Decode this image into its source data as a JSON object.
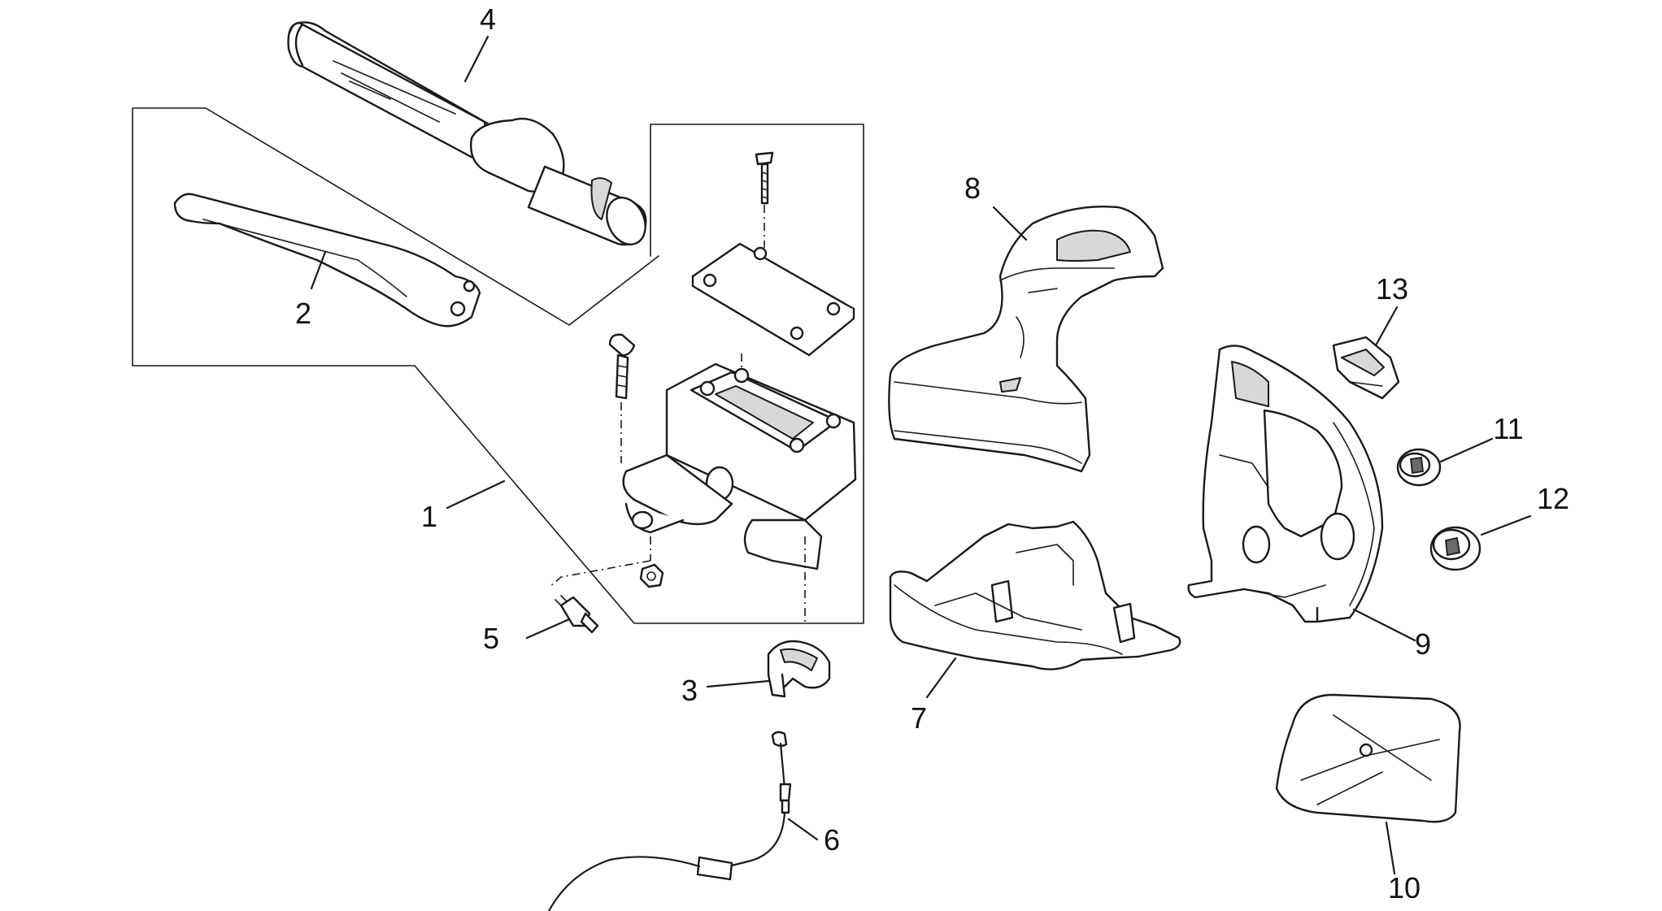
{
  "callouts": [
    {
      "id": "1",
      "text": "1"
    },
    {
      "id": "2",
      "text": "2"
    },
    {
      "id": "3",
      "text": "3"
    },
    {
      "id": "4",
      "text": "4"
    },
    {
      "id": "5",
      "text": "5"
    },
    {
      "id": "6",
      "text": "6"
    },
    {
      "id": "7",
      "text": "7"
    },
    {
      "id": "8",
      "text": "8"
    },
    {
      "id": "9",
      "text": "9"
    },
    {
      "id": "10",
      "text": "10"
    },
    {
      "id": "11",
      "text": "11"
    },
    {
      "id": "12",
      "text": "12"
    },
    {
      "id": "13",
      "text": "13"
    }
  ],
  "style": {
    "line_color": "#1a1a1a",
    "background": "#ffffff",
    "part_shading": "#d8d8d8"
  }
}
